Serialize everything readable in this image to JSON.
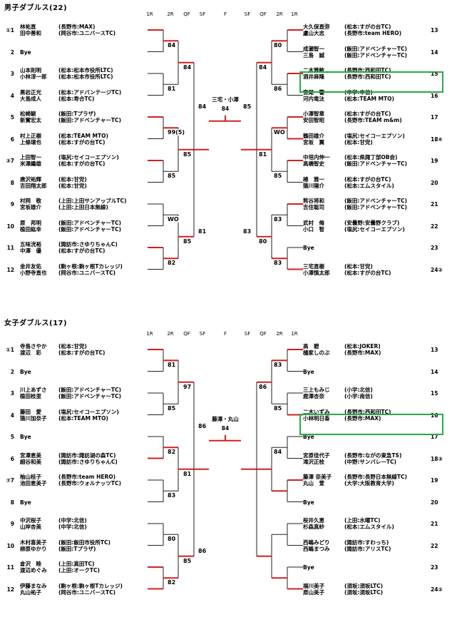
{
  "sections": [
    {
      "title": "男子ダブルス(22)",
      "rounds_left": [
        "1R",
        "2R",
        "QF",
        "SF"
      ],
      "final_label": "F",
      "rounds_right": [
        "SF",
        "QF",
        "2R",
        "1R"
      ],
      "final_names": "三宅・小澤",
      "final_score": "84",
      "left": [
        {
          "seed": "①1",
          "p1": "林祐直",
          "c1": "(長野市:MAX)",
          "p2": "田中善和",
          "c2": "(岡谷市:ユニバースTC)",
          "adv": 3
        },
        {
          "seed": "2",
          "p1": "Bye",
          "c1": "",
          "p2": "",
          "c2": "",
          "adv": 0
        },
        {
          "seed": "3",
          "p1": "山本則明",
          "c1": "(松本:松本市役所LTC)",
          "p2": "小林淳一郎",
          "c2": "(松本:松本市役所LTC)",
          "adv": 0
        },
        {
          "seed": "4",
          "p1": "黒岩正光",
          "c1": "(松本:アドバンテージTC)",
          "p2": "大島成人",
          "c2": "(松本:寿合TC)",
          "adv": 0
        },
        {
          "seed": "5",
          "p1": "松崎駿",
          "c1": "(飯田:Tプラザ)",
          "p2": "新實宏太",
          "c2": "(飯田:アドベンチャーTC)",
          "adv": 2
        },
        {
          "seed": "6",
          "p1": "村上正樹",
          "c1": "(松本:TEAM  MTO)",
          "p2": "上條環也",
          "c2": "(松本:すがの台TC)",
          "adv": 0
        },
        {
          "seed": "③7",
          "p1": "上田智一",
          "c1": "(塩尻:セイコーエプソン)",
          "p2": "米澤繼雄",
          "c2": "(松本:すがの台TC)",
          "adv": 1
        },
        {
          "seed": "8",
          "p1": "唐沢祐輝",
          "c1": "(松本:甘党)",
          "p2": "吉田翔太郎",
          "c2": "(松本:甘党)",
          "adv": 0
        },
        {
          "seed": "9",
          "p1": "村岡　敬",
          "c1": "(上田:上田サンアップルTC)",
          "p2": "宮坂雄介",
          "c2": "(上田:上田日本無線)",
          "adv": 0
        },
        {
          "seed": "10",
          "p1": "原　邦明",
          "c1": "(飯田:アドベンチャーTC)",
          "p2": "植田紘幸",
          "c2": "(飯田:アドベンチャーTC)",
          "adv": 0
        },
        {
          "seed": "11",
          "p1": "五味洸裕",
          "c1": "(諏訪市:さゆりちゃんC)",
          "p2": "中澤　優",
          "c2": "(松本:すがの台TC)",
          "adv": 2
        },
        {
          "seed": "12",
          "p1": "金井友佑",
          "c1": "(駒ヶ根:駒ヶ根Tカレッジ)",
          "p2": "小野寺直也",
          "c2": "(岡谷市:ユニバースTC)",
          "adv": 0
        }
      ],
      "right": [
        {
          "seed": "13",
          "p1": "大久保直弥",
          "c1": "(松本:すがの台TC)",
          "p2": "盧山大志",
          "c2": "(長野市:team  HERO)",
          "adv": 4
        },
        {
          "seed": "14",
          "p1": "成瀬智一",
          "c1": "(飯田:アドベンチャーTC)",
          "p2": "三島　誠",
          "c2": "(飯田:アドベンチャーTC)",
          "adv": 0
        },
        {
          "seed": "15",
          "p1": "二木雅敏",
          "c1": "(長野市:西和田TC)",
          "p2": "酒井麻隆",
          "c2": "(長野市:西和田TC)",
          "adv": 1
        },
        {
          "seed": "16",
          "p1": "宮尾　響",
          "c1": "(中学:中信)",
          "p2": "河内竜汰",
          "c2": "(松本:TEAM  MTO)",
          "adv": 0
        },
        {
          "seed": "17",
          "p1": "小澤智章",
          "c1": "(松本:すがの台TC)",
          "p2": "安田智昭",
          "c2": "(長野市:TEAM  m&m)",
          "adv": 1
        },
        {
          "seed": "18④",
          "p1": "鶴田雄介",
          "c1": "(塩尻:セイコーエプソン)",
          "p2": "宮坂　翼",
          "c2": "(松本:甘党)",
          "adv": 2
        },
        {
          "seed": "19",
          "p1": "中垣内伸一",
          "c1": "(松本:県諏丁部OB会)",
          "p2": "高橋智史",
          "c2": "(飯田:アドベンチャーTC)",
          "adv": 1
        },
        {
          "seed": "20",
          "p1": "椿　雅一",
          "c1": "(松本:すがの台TC)",
          "p2": "猿川陽介",
          "c2": "(松本:エムスタイル)",
          "adv": 0
        },
        {
          "seed": "21",
          "p1": "熊谷将和",
          "c1": "(飯田:アドベンチャーTC)",
          "p2": "吉住聡司",
          "c2": "(飯田:アドベンチャーTC)",
          "adv": 1
        },
        {
          "seed": "22",
          "p1": "武村　脩",
          "c1": "(安曇野:安曇野クラブ)",
          "p2": "小口　智",
          "c2": "(塩尻:セイコーエプソン)",
          "adv": 0
        },
        {
          "seed": "23",
          "p1": "Bye",
          "c1": "",
          "p2": "",
          "c2": "",
          "adv": 0
        },
        {
          "seed": "24②",
          "p1": "三宅直樹",
          "c1": "(松本:甘党)",
          "p2": "小澤慎太郎",
          "c2": "(松本:すがの台TC)",
          "adv": 3
        }
      ],
      "scores": [
        "84",
        "81",
        "84",
        "99(5)",
        "85",
        "85",
        "WO",
        "82",
        "85",
        "84",
        "81",
        "80",
        "86",
        "84",
        "WO",
        "85",
        "81",
        "83",
        "83",
        "80",
        "85",
        "83",
        "84"
      ]
    },
    {
      "title": "女子ダブルス(17)",
      "rounds_left": [
        "1R",
        "2R",
        "QF",
        "SF"
      ],
      "final_label": "F",
      "rounds_right": [
        "SF",
        "QF",
        "2R",
        "1R"
      ],
      "final_names": "藤澤・丸山",
      "final_score": "84",
      "left": [
        {
          "seed": "①1",
          "p1": "寺島さやか",
          "c1": "(松本:甘党)",
          "p2": "渡辺　彩",
          "c2": "(松本:すがの台TC)",
          "adv": 2
        },
        {
          "seed": "2",
          "p1": "Bye",
          "c1": "",
          "p2": "",
          "c2": "",
          "adv": 0
        },
        {
          "seed": "3",
          "p1": "川上あずさ",
          "c1": "(飯田:アドベンチャーTC)",
          "p2": "植田枝里",
          "c2": "(飯田:アドベンチャーTC)",
          "adv": 0
        },
        {
          "seed": "4",
          "p1": "藤田　愛",
          "c1": "(塩尻:セイコーエプソン)",
          "p2": "猿川加奈子",
          "c2": "(松本:TEAM  MTO)",
          "adv": 0
        },
        {
          "seed": "5",
          "p1": "Bye",
          "c1": "",
          "p2": "",
          "c2": "",
          "adv": 0
        },
        {
          "seed": "6",
          "p1": "宮澤恵美",
          "c1": "(諏訪市:諏訪湖の森TC)",
          "p2": "細谷和美",
          "c2": "(諏訪市:さゆりちゃんC)",
          "adv": 2
        },
        {
          "seed": "⑦7",
          "p1": "柚山桂子",
          "c1": "(長野市:team  HERO)",
          "p2": "池田恵美子",
          "c2": "(長野市:ウォルナッツTC)",
          "adv": 0
        },
        {
          "seed": "8",
          "p1": "Bye",
          "c1": "",
          "p2": "",
          "c2": "",
          "adv": 0
        },
        {
          "seed": "9",
          "p1": "中沢桜子",
          "c1": "(中学:北信)",
          "p2": "山岸杏美",
          "c2": "(中学:北信)",
          "adv": 0
        },
        {
          "seed": "10",
          "p1": "木村喜美子",
          "c1": "(飯田:飯田市役所TC)",
          "p2": "柳原ゆかり",
          "c2": "(飯田:Tプラザ)",
          "adv": 0
        },
        {
          "seed": "11",
          "p1": "倉沢　睦",
          "c1": "(上田:真田TC)",
          "p2": "渡辺めぐみ",
          "c2": "(上田:オークTC)",
          "adv": 1
        },
        {
          "seed": "12",
          "p1": "伊藤まなみ",
          "c1": "(駒ヶ根:駒ヶ根Tカレッジ)",
          "p2": "丸山祐子",
          "c2": "(岡谷市:ユニバースTC)",
          "adv": 3
        }
      ],
      "right": [
        {
          "seed": "13",
          "p1": "高　碧",
          "c1": "(松本:JOKER)",
          "p2": "樋家しのぶ",
          "c2": "(長野市:MAX)",
          "adv": 2
        },
        {
          "seed": "14",
          "p1": "Bye",
          "c1": "",
          "p2": "",
          "c2": "",
          "adv": 0
        },
        {
          "seed": "15",
          "p1": "三上もみじ",
          "c1": "(小学:北信)",
          "p2": "鹿澤杏奈",
          "c2": "(小学:南信)",
          "adv": 0
        },
        {
          "seed": "16",
          "p1": "二木いずみ",
          "c1": "(長野市:西和田TC)",
          "p2": "小林明日香",
          "c2": "(長野市:MAX)",
          "adv": 1
        },
        {
          "seed": "17",
          "p1": "Bye",
          "c1": "",
          "p2": "",
          "c2": "",
          "adv": 0
        },
        {
          "seed": "18③",
          "p1": "宮原佳代子",
          "c1": "(長野市:ながの東急TS)",
          "p2": "滝沢正枝",
          "c2": "(中野:サンバレーTC)",
          "adv": 0
        },
        {
          "seed": "19",
          "p1": "藤澤 奈美子",
          "c1": "(長野市:長野日本無線TC)",
          "p2": "丸山　萱",
          "c2": "(大学:大阪教育大学)",
          "adv": 3
        },
        {
          "seed": "20",
          "p1": "Bye",
          "c1": "",
          "p2": "",
          "c2": "",
          "adv": 0
        },
        {
          "seed": "21",
          "p1": "桜井久恵",
          "c1": "(上田:水曜TC)",
          "p2": "杉森真紗",
          "c2": "(松本:エムスタイル)",
          "adv": 0
        },
        {
          "seed": "22",
          "p1": "西嶋みどり",
          "c1": "(諏訪市:すわっち)",
          "p2": "西嶋まつみ",
          "c2": "(諏訪市:アリスTC)",
          "adv": 0
        },
        {
          "seed": "23",
          "p1": "Bye",
          "c1": "",
          "p2": "",
          "c2": "",
          "adv": 0
        },
        {
          "seed": "24②",
          "p1": "福川美子",
          "c1": "(須坂:須坂LTC)",
          "p2": "原山美子",
          "c2": "(須坂:須坂LTC)",
          "adv": 2
        }
      ],
      "scores": [
        "81",
        "85",
        "97",
        "82",
        "83",
        "81",
        "80",
        "82",
        "85",
        "86",
        "86",
        "83",
        "85",
        "86",
        "84"
      ]
    }
  ]
}
